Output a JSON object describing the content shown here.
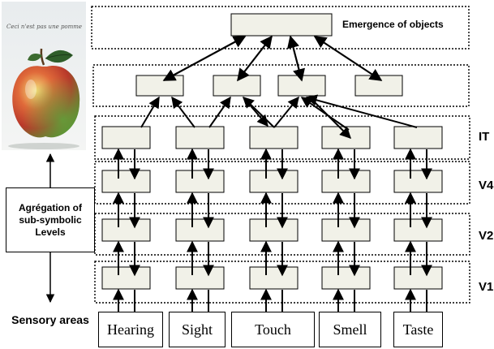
{
  "painting": {
    "inscription": "Ceci n'est pas une pomme"
  },
  "emergence_label": "Emergence of objects",
  "aggregation_label": "Agrégation of sub-symbolic Levels",
  "sensory_label": "Sensory areas",
  "levels": [
    "IT",
    "V4",
    "V2",
    "V1"
  ],
  "senses": [
    "Hearing",
    "Sight",
    "Touch",
    "Smell",
    "Taste"
  ],
  "colors": {
    "box_fill": "#f1f1e8",
    "line": "#000000"
  }
}
